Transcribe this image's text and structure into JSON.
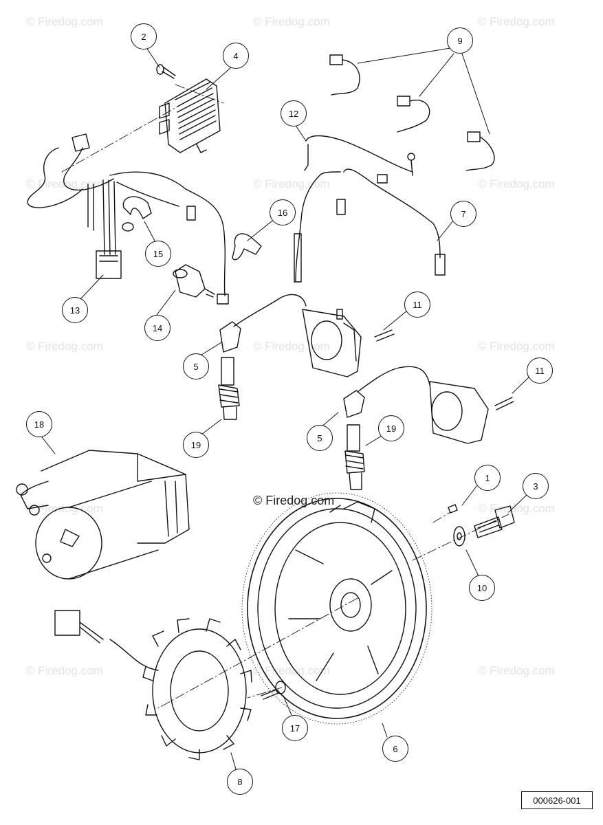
{
  "diagram": {
    "watermark_text": "© Firedog.com",
    "center_watermark_text": "© Firedog.com",
    "part_number": "000626-001",
    "callouts": [
      {
        "id": "c2",
        "label": "2"
      },
      {
        "id": "c4",
        "label": "4"
      },
      {
        "id": "c9",
        "label": "9"
      },
      {
        "id": "c12",
        "label": "12"
      },
      {
        "id": "c16",
        "label": "16"
      },
      {
        "id": "c7",
        "label": "7"
      },
      {
        "id": "c15",
        "label": "15"
      },
      {
        "id": "c13",
        "label": "13"
      },
      {
        "id": "c14",
        "label": "14"
      },
      {
        "id": "c11a",
        "label": "11"
      },
      {
        "id": "c5a",
        "label": "5"
      },
      {
        "id": "c11b",
        "label": "11"
      },
      {
        "id": "c18",
        "label": "18"
      },
      {
        "id": "c19a",
        "label": "19"
      },
      {
        "id": "c5b",
        "label": "5"
      },
      {
        "id": "c19b",
        "label": "19"
      },
      {
        "id": "c1",
        "label": "1"
      },
      {
        "id": "c3",
        "label": "3"
      },
      {
        "id": "c10",
        "label": "10"
      },
      {
        "id": "c6",
        "label": "6"
      },
      {
        "id": "c17",
        "label": "17"
      },
      {
        "id": "c8",
        "label": "8"
      }
    ]
  }
}
